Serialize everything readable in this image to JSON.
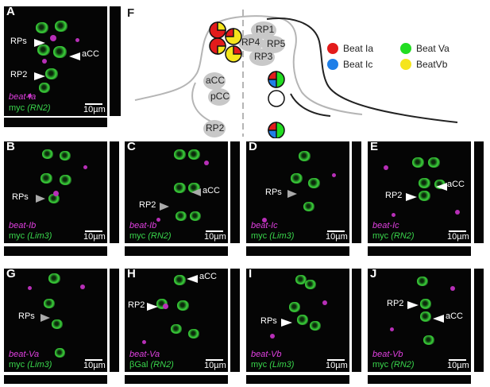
{
  "figure": {
    "panels": [
      {
        "id": "A",
        "letter": "A",
        "neuron_labels": [
          "RPs",
          "aCC",
          "RP2"
        ],
        "antigen": "beat-Ia",
        "reporter": "myc",
        "driver": "(RN2)",
        "scale": "10µm"
      },
      {
        "id": "B",
        "letter": "B",
        "neuron_labels": [
          "RPs"
        ],
        "antigen": "beat-Ib",
        "reporter": "myc",
        "driver": "(Lim3)",
        "scale": "10µm"
      },
      {
        "id": "C",
        "letter": "C",
        "neuron_labels": [
          "RP2",
          "aCC"
        ],
        "antigen": "beat-Ib",
        "reporter": "myc",
        "driver": "(RN2)",
        "scale": "10µm"
      },
      {
        "id": "D",
        "letter": "D",
        "neuron_labels": [
          "RPs"
        ],
        "antigen": "beat-Ic",
        "reporter": "myc",
        "driver": "(Lim3)",
        "scale": "10µm"
      },
      {
        "id": "E",
        "letter": "E",
        "neuron_labels": [
          "RP2",
          "aCC"
        ],
        "antigen": "beat-Ic",
        "reporter": "myc",
        "driver": "(RN2)",
        "scale": "10µm"
      },
      {
        "id": "G",
        "letter": "G",
        "neuron_labels": [
          "RPs"
        ],
        "antigen": "beat-Va",
        "reporter": "myc",
        "driver": "(Lim3)",
        "scale": "10µm"
      },
      {
        "id": "H",
        "letter": "H",
        "neuron_labels": [
          "aCC",
          "RP2"
        ],
        "antigen": "beat-Va",
        "reporter": "βGal",
        "driver": "(RN2)",
        "scale": "10µm"
      },
      {
        "id": "I",
        "letter": "I",
        "neuron_labels": [
          "RPs"
        ],
        "antigen": "beat-Vb",
        "reporter": "myc",
        "driver": "(Lim3)",
        "scale": "10µm"
      },
      {
        "id": "J",
        "letter": "J",
        "neuron_labels": [
          "RP2",
          "aCC"
        ],
        "antigen": "beat-Vb",
        "reporter": "myc",
        "driver": "(RN2)",
        "scale": "10µm"
      }
    ],
    "diagram": {
      "letter": "F",
      "neurons": [
        "RP1",
        "RP4",
        "RP5",
        "RP3",
        "aCC",
        "pCC",
        "RP2"
      ],
      "legend": [
        {
          "label": "Beat Ia",
          "color": "#e31b1b"
        },
        {
          "label": "Beat Va",
          "color": "#22dd22"
        },
        {
          "label": "Beat Ic",
          "color": "#1f7fe8"
        },
        {
          "label": "BeatVb",
          "color": "#f5e51c"
        }
      ]
    }
  }
}
